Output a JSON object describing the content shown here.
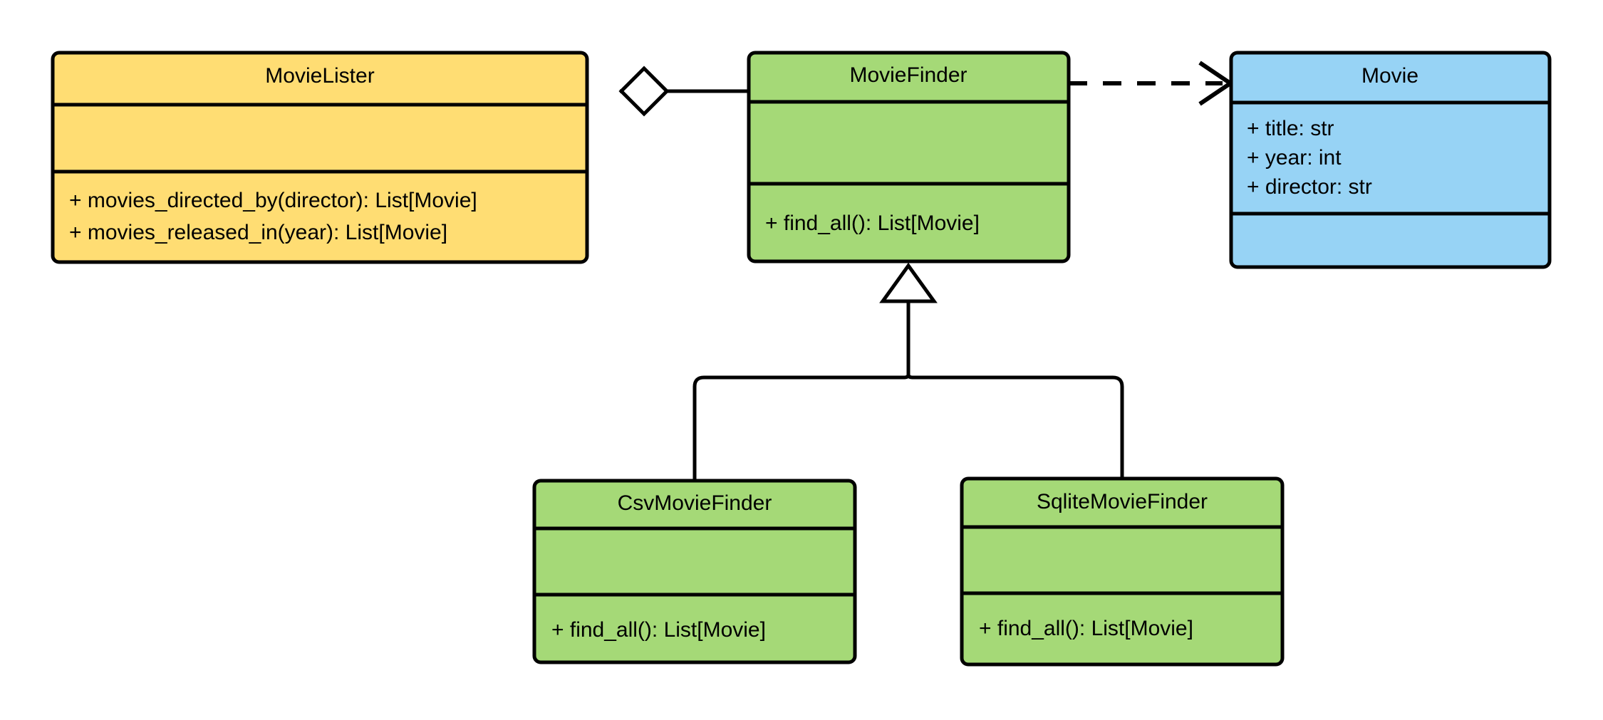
{
  "diagram": {
    "type": "uml-class-diagram",
    "title": "",
    "background_color": "#ffffff",
    "line_color": "#000000",
    "palette": {
      "yellow": "#ffdd73",
      "green": "#a5d977",
      "blue": "#97d3f5",
      "marker_fill": "#ffffff"
    }
  },
  "classes": [
    {
      "id": "movielister",
      "name": "MovieLister",
      "fill": "#ffdd73",
      "attributes": [],
      "methods": [
        "+ movies_directed_by(director): List[Movie]",
        "+ movies_released_in(year): List[Movie]"
      ]
    },
    {
      "id": "moviefinder",
      "name": "MovieFinder",
      "fill": "#a5d977",
      "attributes": [],
      "methods": [
        "+ find_all(): List[Movie]"
      ]
    },
    {
      "id": "movie",
      "name": "Movie",
      "fill": "#97d3f5",
      "attributes": [
        "+ title: str",
        "+ year: int",
        "+ director: str"
      ],
      "methods": []
    },
    {
      "id": "csvmoviefinder",
      "name": "CsvMovieFinder",
      "fill": "#a5d977",
      "attributes": [],
      "methods": [
        "+ find_all(): List[Movie]"
      ]
    },
    {
      "id": "sqlitemoviefinder",
      "name": "SqliteMovieFinder",
      "fill": "#a5d977",
      "attributes": [],
      "methods": [
        "+ find_all(): List[Movie]"
      ]
    }
  ],
  "relationships": [
    {
      "id": "rel-aggregation",
      "kind": "aggregation",
      "from": "MovieLister",
      "to": "MovieFinder",
      "line": "solid",
      "source_marker": "hollow-diamond",
      "target_marker": "none",
      "label": ""
    },
    {
      "id": "rel-dependency",
      "kind": "dependency",
      "from": "MovieFinder",
      "to": "Movie",
      "line": "dashed",
      "source_marker": "none",
      "target_marker": "open-arrow",
      "label": ""
    },
    {
      "id": "rel-inherit-csv",
      "kind": "generalization",
      "from": "CsvMovieFinder",
      "to": "MovieFinder",
      "line": "solid",
      "source_marker": "none",
      "target_marker": "hollow-triangle",
      "label": ""
    },
    {
      "id": "rel-inherit-sqlite",
      "kind": "generalization",
      "from": "SqliteMovieFinder",
      "to": "MovieFinder",
      "line": "solid",
      "source_marker": "none",
      "target_marker": "hollow-triangle",
      "label": ""
    }
  ]
}
